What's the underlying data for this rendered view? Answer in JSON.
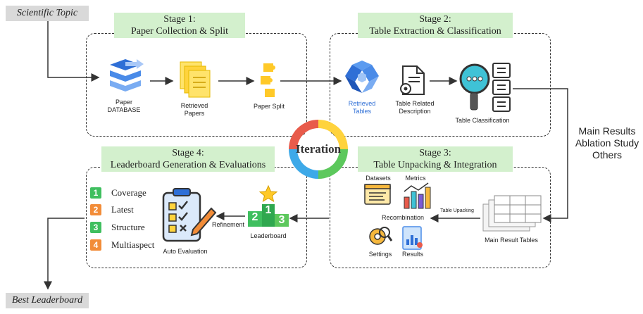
{
  "inputs": {
    "topic": "Scientific Topic",
    "output": "Best Leaderboard"
  },
  "stages": [
    {
      "line1": "Stage 1:",
      "line2": "Paper Collection & Split"
    },
    {
      "line1": "Stage 2:",
      "line2": "Table Extraction & Classification"
    },
    {
      "line1": "Stage 3:",
      "line2": "Table Unpacking & Integration"
    },
    {
      "line1": "Stage 4:",
      "line2": "Leaderboard Generation & Evaluations"
    }
  ],
  "stage1": {
    "paper_db": [
      "Paper",
      "DATABASE"
    ],
    "retrieved": [
      "Retrieved",
      "Papers"
    ],
    "split": "Paper Split"
  },
  "stage2": {
    "retrieved_tables": [
      "Retrieved",
      "Tables"
    ],
    "desc": [
      "Table Related",
      "Description"
    ],
    "classification": "Table Classification"
  },
  "side_labels": [
    "Main Results",
    "Ablation Study",
    "Others"
  ],
  "stage3": {
    "main_tables": "Main Result Tables",
    "unpacking": "Table Upacking",
    "recombination": "Recombination",
    "datasets": "Datasets",
    "metrics": "Metrics",
    "settings": "Settings",
    "results": "Results"
  },
  "stage4": {
    "leaderboard": "Leaderboard",
    "refinement": "Refinement",
    "auto_eval": "Auto Evaluation",
    "podium": [
      "2",
      "1",
      "3"
    ]
  },
  "iteration": "Iteration",
  "criteria": [
    {
      "num": "1",
      "label": "Coverage",
      "color": "#3fbf5f"
    },
    {
      "num": "2",
      "label": "Latest",
      "color": "#f28c38"
    },
    {
      "num": "3",
      "label": "Structure",
      "color": "#3fbf5f"
    },
    {
      "num": "4",
      "label": "Multiaspect",
      "color": "#f28c38"
    }
  ],
  "colors": {
    "stage_title_bg": "#d3f0cd",
    "topic_bg": "#d9d9d9",
    "blue": "#2f6fd6",
    "yellow": "#ffd33d",
    "teal": "#1f8a6e",
    "red": "#e04848"
  }
}
